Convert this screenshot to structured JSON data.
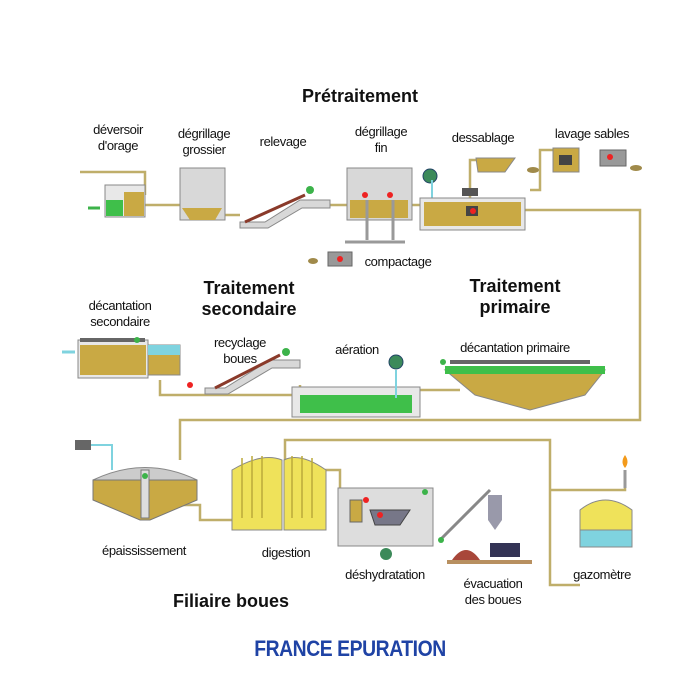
{
  "sections": {
    "pretraitement": "Prétraitement",
    "secondaire": [
      "Traitement",
      "secondaire"
    ],
    "primaire": [
      "Traitement",
      "primaire"
    ],
    "boues": "Filiaire boues"
  },
  "labels": {
    "deversoir": [
      "déversoir",
      "d'orage"
    ],
    "degrillage_grossier": [
      "dégrillage",
      "grossier"
    ],
    "relevage": "relevage",
    "degrillage_fin": [
      "dégrillage",
      "fin"
    ],
    "dessablage": "dessablage",
    "lavage_sables": "lavage sables",
    "compactage": "compactage",
    "decantation_secondaire": [
      "décantation",
      "secondaire"
    ],
    "recyclage_boues": [
      "recyclage",
      "boues"
    ],
    "aeration": "aération",
    "decantation_primaire": "décantation primaire",
    "epaississement": "épaississement",
    "digestion": "digestion",
    "deshydratation": "déshydratation",
    "evacuation": [
      "évacuation",
      "des boues"
    ],
    "gazometre": "gazomètre"
  },
  "brand": "FRANCE EPURATION",
  "colors": {
    "pipe": "#c8b46a",
    "sludge": "#c9a944",
    "water": "#7fd3df",
    "green": "#3cb34a",
    "brand": "#1f43a5"
  }
}
